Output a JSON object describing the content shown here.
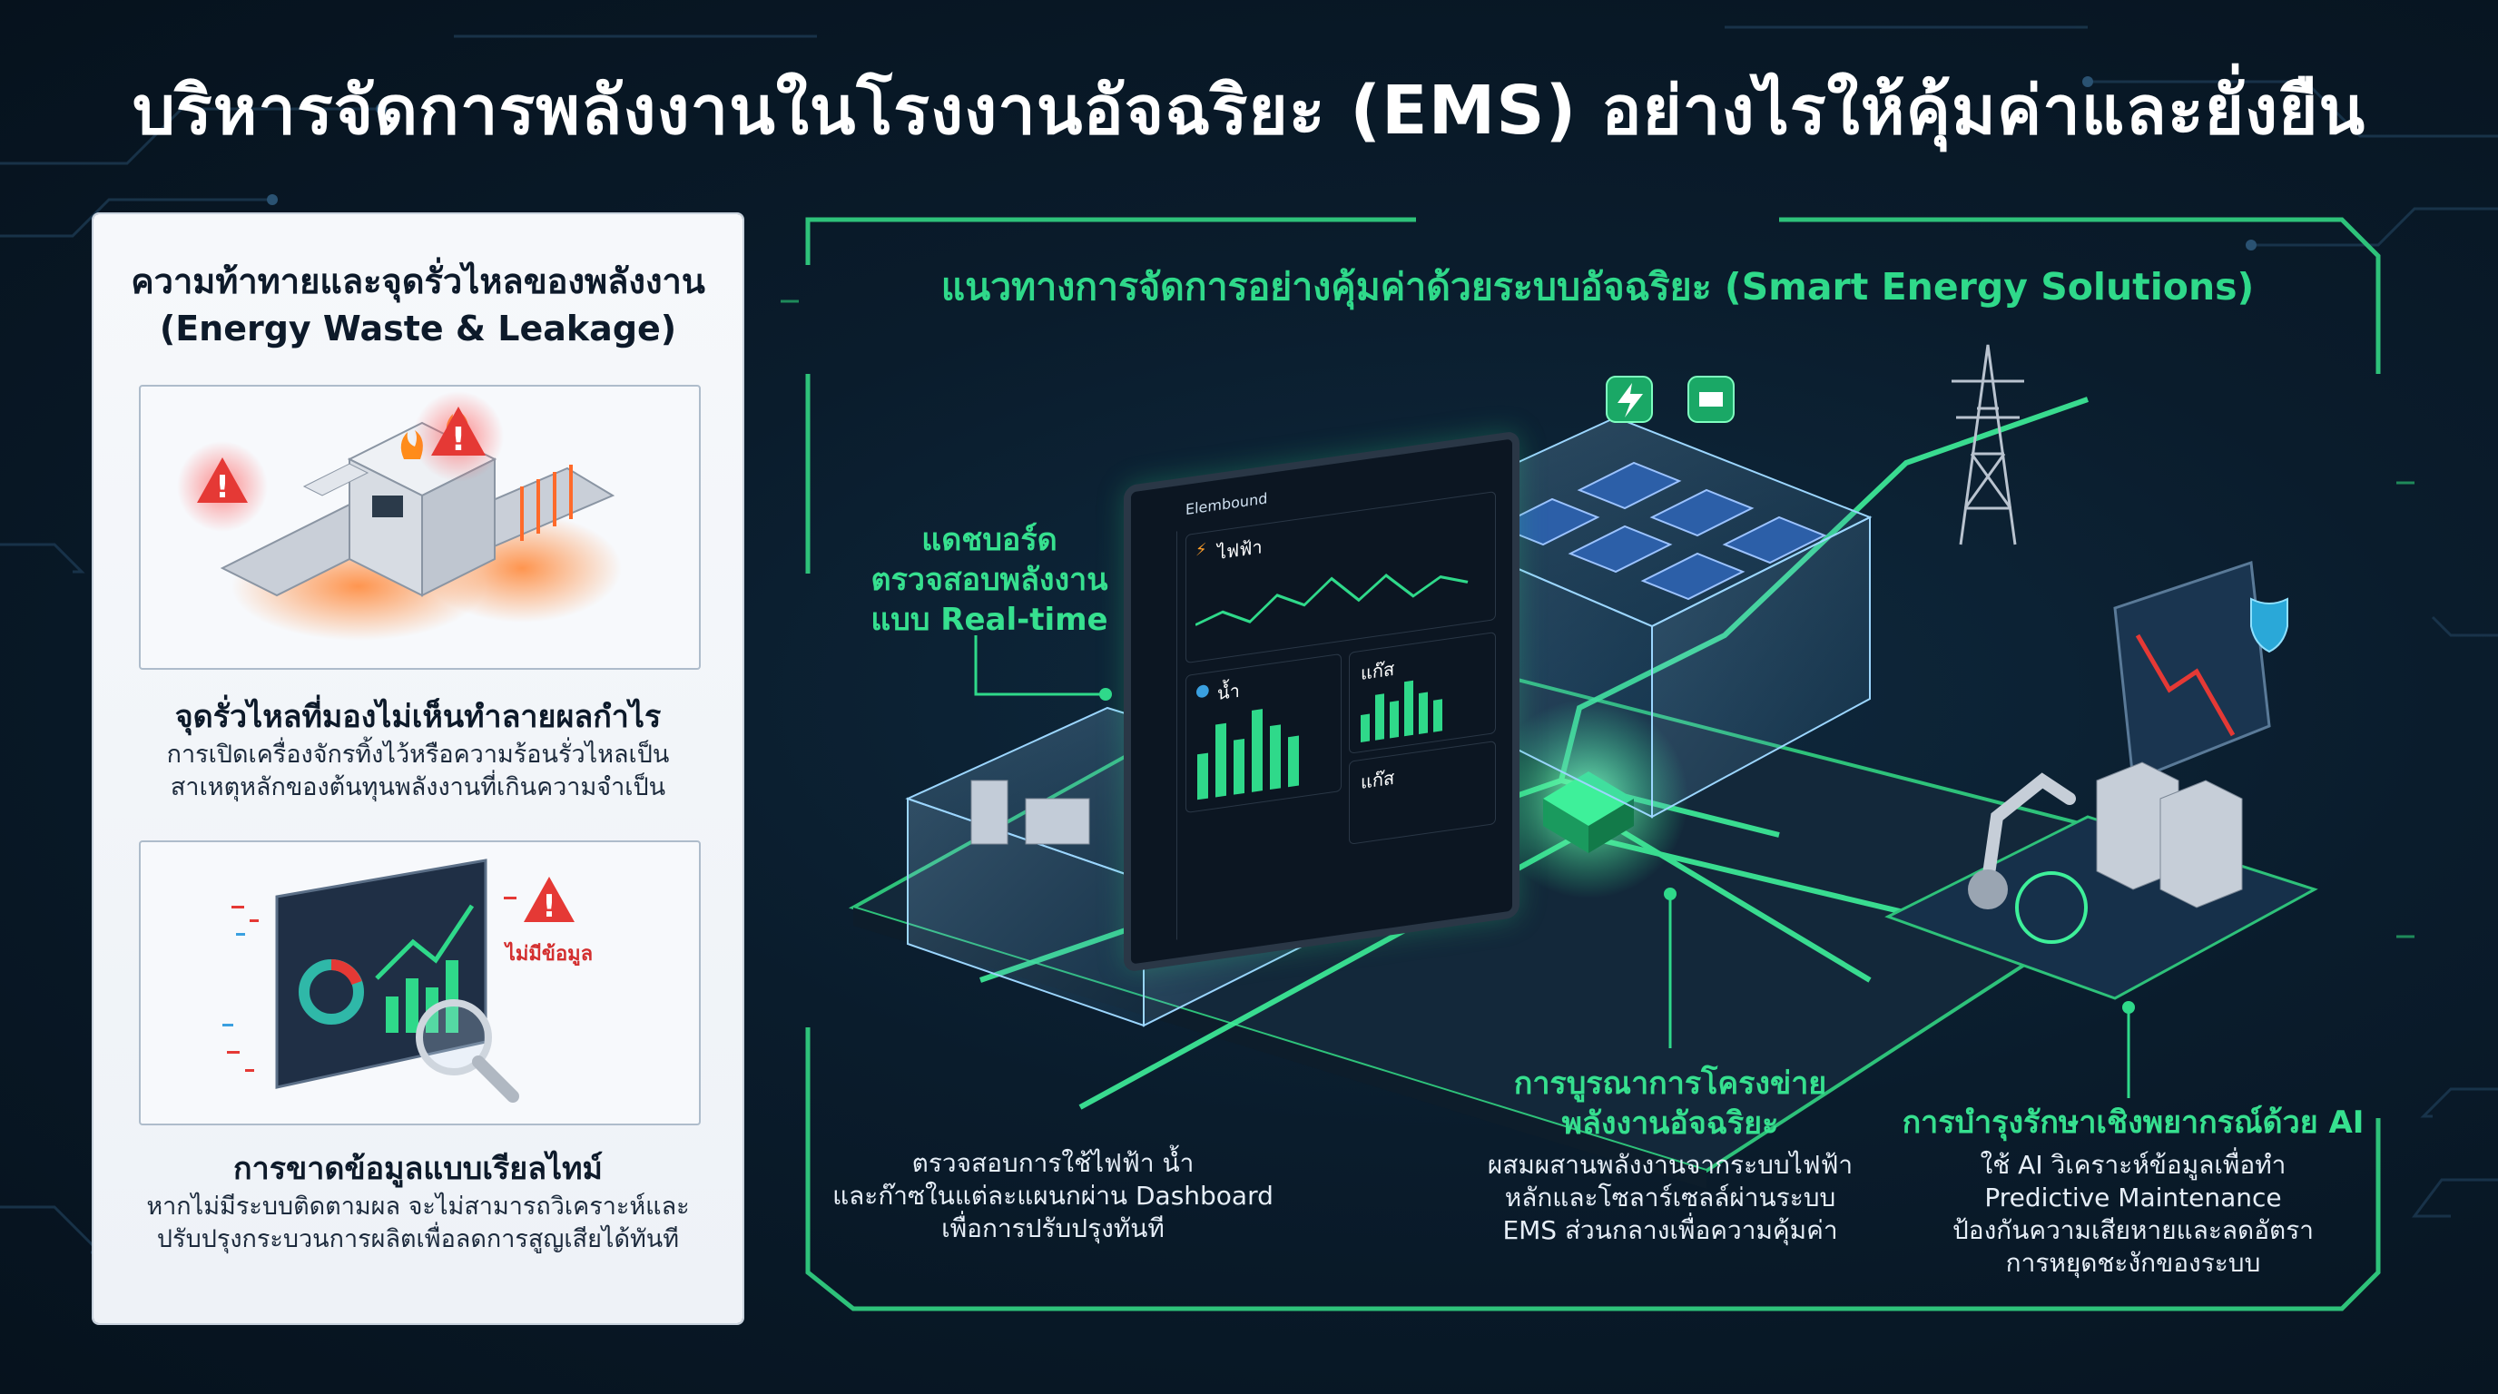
{
  "title": "บริหารจัดการพลังงานในโรงงานอัจฉริยะ (EMS) อย่างไรให้คุ้มค่าและยั่งยืน",
  "left_panel": {
    "heading_line1": "ความท้าทายและจุดรั่วไหลของพลังงาน",
    "heading_line2": "(Energy Waste & Leakage)",
    "card1": {
      "title": "จุดรั่วไหลที่มองไม่เห็นทำลายผลกำไร",
      "body_line1": "การเปิดเครื่องจักรทิ้งไว้หรือความร้อนรั่วไหลเป็น",
      "body_line2": "สาเหตุหลักของต้นทุนพลังงานที่เกินความจำเป็น"
    },
    "card2": {
      "badge": "ไม่มีข้อมูล",
      "title": "การขาดข้อมูลแบบเรียลไทม์",
      "body_line1": "หากไม่มีระบบติดตามผล จะไม่สามารถวิเคราะห์และ",
      "body_line2": "ปรับปรุงกระบวนการผลิตเพื่อลดการสูญเสียได้ทันที"
    }
  },
  "right_panel": {
    "heading": "แนวทางการจัดการอย่างคุ้มค่าด้วยระบบอัจฉริยะ (Smart Energy Solutions)",
    "dashboard_label": {
      "line1": "แดชบอร์ด",
      "line2": "ตรวจสอบพลังงาน",
      "line3": "แบบ Real-time"
    },
    "dashboard_screen": {
      "app_name": "Elembound",
      "tile1": "ไฟฟ้า",
      "tile2": "น้ำ",
      "tile3": "แก๊ส",
      "tile4": "แก๊ส"
    },
    "dashboard_desc": {
      "line1": "ตรวจสอบการใช้ไฟฟ้า น้ำ",
      "line2": "และก๊าซในแต่ละแผนกผ่าน Dashboard",
      "line3": "เพื่อการปรับปรุงทันที"
    },
    "grid_label": {
      "line1": "การบูรณาการโครงข่าย",
      "line2": "พลังงานอัจฉริยะ"
    },
    "grid_desc": {
      "line1": "ผสมผสานพลังงานจากระบบไฟฟ้า",
      "line2": "หลักและโซลาร์เซลล์ผ่านระบบ",
      "line3": "EMS ส่วนกลางเพื่อความคุ้มค่า"
    },
    "ai_label": "การบำรุงรักษาเชิงพยากรณ์ด้วย AI",
    "ai_desc": {
      "line1": "ใช้ AI วิเคราะห์ข้อมูลเพื่อทำ",
      "line2": "Predictive Maintenance",
      "line3": "ป้องกันความเสียหายและลดอัตรา",
      "line4": "การหยุดชะงักของระบบ"
    }
  },
  "colors": {
    "background": "#0a1c2c",
    "accent_green": "#2fd98a",
    "warning_red": "#e53935",
    "panel_light": "#f3f6fa"
  }
}
